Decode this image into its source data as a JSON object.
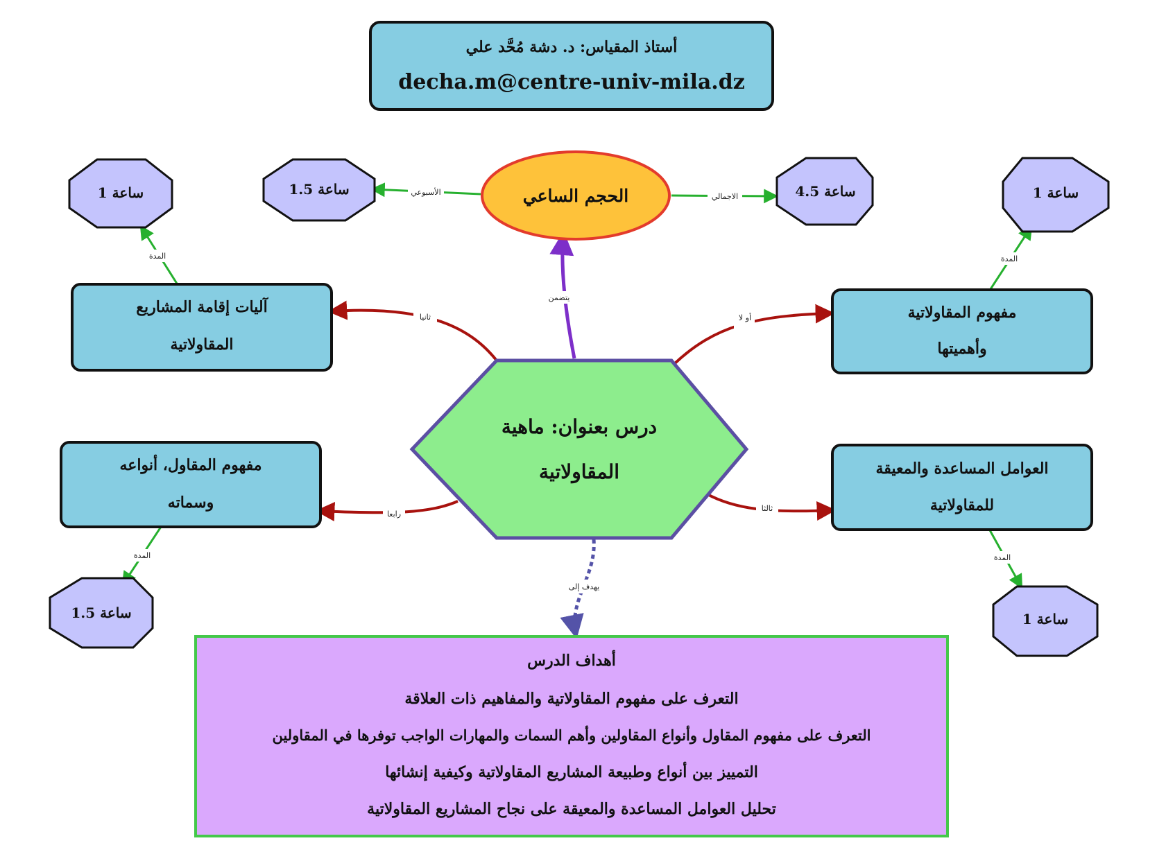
{
  "header": {
    "line1": "أستاذ المقياس: د. دشة مُحَّد علي",
    "line2": "decha.m@centre-univ-mila.dz"
  },
  "center": {
    "line1": "درس بعنوان: ماهية",
    "line2": "المقاولاتية"
  },
  "hours": {
    "title": "الحجم الساعي",
    "weekly_label": "الأسبوعي",
    "weekly_value": "ساعة 1.5",
    "total_label": "الاجمالي",
    "total_value": "ساعة 4.5",
    "includes_label": "يتضمن"
  },
  "topics": {
    "first": {
      "order_label": "أو لا",
      "line1": "مفهوم المقاولاتية",
      "line2": "وأهميتها",
      "duration_label": "المدة",
      "duration": "ساعة 1"
    },
    "second": {
      "order_label": "ثانيا",
      "line1": "آليات إقامة المشاريع",
      "line2": "المقاولاتية",
      "duration_label": "المدة",
      "duration": "ساعة 1"
    },
    "third": {
      "order_label": "ثالثا",
      "line1": "العوامل المساعدة والمعيقة",
      "line2": "للمقاولاتية",
      "duration_label": "المدة",
      "duration": "ساعة 1"
    },
    "fourth": {
      "order_label": "رابعا",
      "line1": "مفهوم المقاول، أنواعه",
      "line2": "وسماته",
      "duration_label": "المدة",
      "duration": "ساعة 1.5"
    }
  },
  "goals": {
    "link_label": "يهدف إلى",
    "title": "أهداف الدرس",
    "items": [
      "التعرف على مفهوم المقاولاتية والمفاهيم ذات العلاقة",
      "التعرف على مفهوم المقاول وأنواع المقاولين وأهم السمات والمهارات الواجب توفرها في المقاولين",
      "التمييز بين أنواع وطبيعة المشاريع المقاولاتية وكيفية إنشائها",
      "تحليل العوامل المساعدة والمعيقة على نجاح المشاريع المقاولاتية"
    ]
  },
  "colors": {
    "box_fill": "#86cde2",
    "octagon_fill": "#c4c4fd",
    "center_fill": "#8ded8d",
    "center_stroke": "#5b4fa3",
    "ellipse_fill": "#fec23a",
    "ellipse_stroke": "#e33b2c",
    "goals_fill": "#daa8fd",
    "goals_stroke": "#44c84a",
    "red_arrow": "#a8120e",
    "green_arrow": "#26b02e",
    "purple_arrow": "#7d2fc9",
    "dotted_arrow": "#5453a8"
  }
}
